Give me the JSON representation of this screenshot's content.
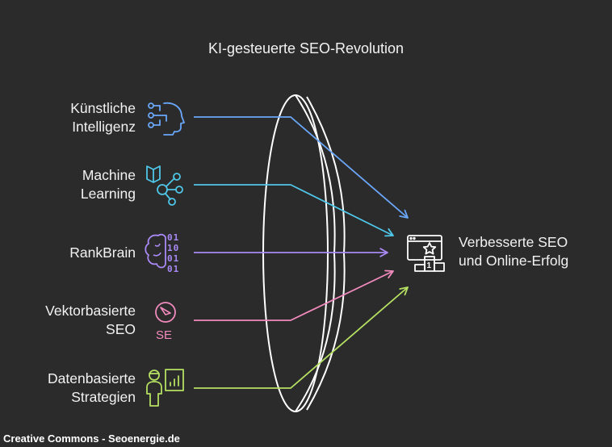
{
  "title": "KI-gesteuerte SEO-Revolution",
  "inputs": [
    {
      "line1": "Künstliche",
      "line2": "Intelligenz",
      "icon": "ai-head-icon",
      "color": "#6aa6f8"
    },
    {
      "line1": "Machine",
      "line2": "Learning",
      "icon": "machine-learning-network-icon",
      "color": "#4fc6e8"
    },
    {
      "line1": "RankBrain",
      "line2": "",
      "icon": "brain-binary-icon",
      "color": "#a98af5"
    },
    {
      "line1": "Vektorbasierte",
      "line2": "SEO",
      "icon": "compass-se-icon",
      "color": "#f28bbd"
    },
    {
      "line1": "Datenbasierte",
      "line2": "Strategien",
      "icon": "person-chart-icon",
      "color": "#b5df62"
    }
  ],
  "output": {
    "line1": "Verbesserte SEO",
    "line2": "und Online-Erfolg",
    "icon": "ranking-podium-icon",
    "color": "#ffffff"
  },
  "lens_color": "#ffffff",
  "credit": "Creative Commons - Seoenergie.de"
}
